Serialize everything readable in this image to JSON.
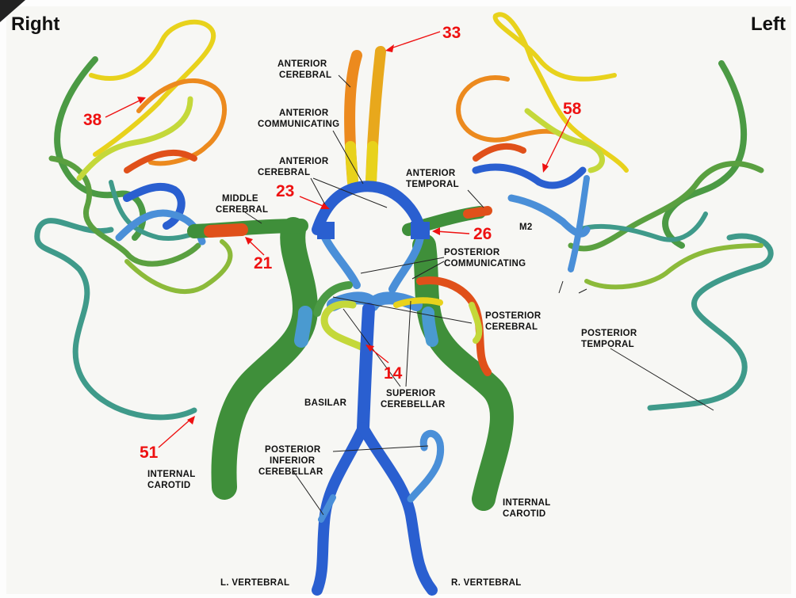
{
  "orientation": {
    "right": "Right",
    "left": "Left"
  },
  "labels": {
    "anterior_cerebral_top": [
      "ANTERIOR",
      "CEREBRAL"
    ],
    "anterior_communicating": [
      "ANTERIOR",
      "COMMUNICATING"
    ],
    "anterior_cerebral_mid": [
      "ANTERIOR",
      "CEREBRAL"
    ],
    "anterior_temporal": [
      "ANTERIOR",
      "TEMPORAL"
    ],
    "middle_cerebral": [
      "MIDDLE",
      "CEREBRAL"
    ],
    "m2": "M2",
    "posterior_communicating": [
      "POSTERIOR",
      "COMMUNICATING"
    ],
    "posterior_cerebral": [
      "POSTERIOR",
      "CEREBRAL"
    ],
    "posterior_temporal": [
      "POSTERIOR",
      "TEMPORAL"
    ],
    "superior_cerebellar": [
      "SUPERIOR",
      "CEREBELLAR"
    ],
    "basilar": "BASILAR",
    "posterior_inferior_cerebellar": [
      "POSTERIOR",
      "INFERIOR",
      "CEREBELLAR"
    ],
    "internal_carotid_right": [
      "INTERNAL",
      "CAROTID"
    ],
    "internal_carotid_left": [
      "INTERNAL",
      "CAROTID"
    ],
    "l_vertebral": "L. VERTEBRAL",
    "r_vertebral": "R. VERTEBRAL"
  },
  "markers": [
    "33",
    "38",
    "58",
    "23",
    "26",
    "21",
    "14",
    "51"
  ],
  "colors": {
    "green_dark": "#3f8f3a",
    "green_mid": "#5aa040",
    "teal": "#3f9a8a",
    "blue": "#2a5fd0",
    "blue_light": "#4a8fd8",
    "yellow": "#e8d21c",
    "yellow_green": "#b8d038",
    "orange": "#ec8a1e",
    "red_orange": "#e0501a",
    "marker_red": "#ee1111"
  }
}
